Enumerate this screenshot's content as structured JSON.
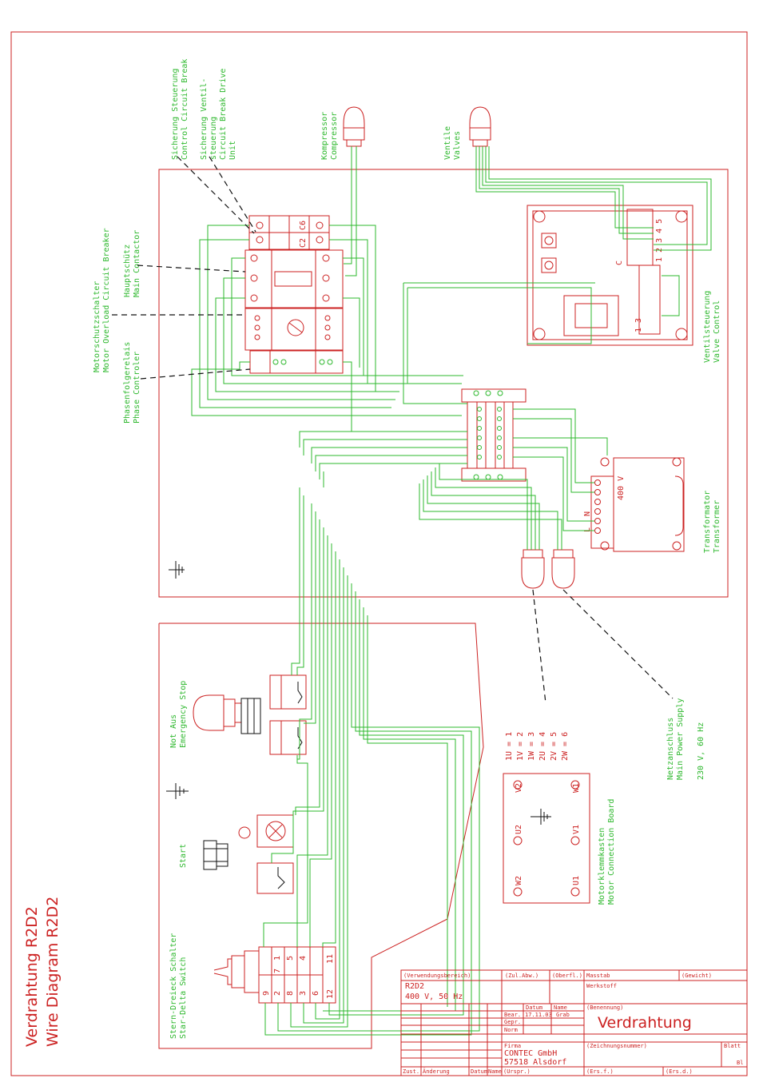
{
  "page_title": {
    "de": "Verdrahtung R2D2",
    "en": "Wire Diagram R2D2"
  },
  "labels": {
    "circuit_break": [
      "Sicherung Steuerung",
      "Control Circuit Break"
    ],
    "valve_circuit": [
      "Sicherung Ventil-",
      "steuerung",
      "Circuit Break Drive",
      "Unit"
    ],
    "compressor": [
      "Kompressor",
      "Compressor"
    ],
    "valves": [
      "Ventile",
      "Valves"
    ],
    "motor_breaker": [
      "Motorschutzschalter",
      "Motor Overload Circuit Breaker"
    ],
    "main_contactor": [
      "Hauptschütz",
      "Main Contactor"
    ],
    "phase_controller": [
      "Phasenfolgerelais",
      "Phase Controler"
    ],
    "valve_control": [
      "Ventilsteuerung",
      "Valve Control"
    ],
    "transformer": [
      "Transformator",
      "Transformer"
    ],
    "transformer_voltage": "400 V",
    "transformer_terminals": [
      "L",
      "N"
    ],
    "emergency_stop": [
      "Not Aus",
      "Emergency Stop"
    ],
    "start": "Start",
    "star_delta": [
      "Stern-Dreieck Schalter",
      "Star-Delta Switch"
    ],
    "main_power": [
      "Netzanschluss",
      "Main Power Supply",
      "230 V, 60 Hz"
    ],
    "motor_board": [
      "Motorklemmkasten",
      "Motor Connection Board"
    ],
    "motor_terminals": [
      "W2",
      "U2",
      "V2",
      "U1",
      "V1",
      "W1"
    ],
    "wire_map": [
      "1U = 1",
      "1V = 2",
      "1W = 3",
      "2U = 4",
      "2V = 5",
      "2W = 6"
    ],
    "fuse_labels": [
      "C6",
      "C2"
    ],
    "valve_ctrl_pins_a": "C",
    "valve_ctrl_pins_b": "1 2 3 4 5",
    "valve_ctrl_pins_c": "1   3",
    "switch_numbers": [
      "1",
      "7",
      "5",
      "4",
      "11",
      "9",
      "2",
      "8",
      "3",
      "6",
      "12"
    ]
  },
  "title_block": {
    "h_verwendung": "(Verwendungsbereich)",
    "h_zul": "(Zul.Abw.)",
    "h_oberfl": "(Oberfl.)",
    "h_massstab": "Masstab",
    "h_gewicht": "(Gewicht)",
    "h_werkstoff": "Werkstoff",
    "usage_1": "R2D2",
    "usage_2": "400 V, 50 Hz",
    "h_datum": "Datum",
    "h_name": "Name",
    "r_bearb": "Bear.",
    "r_bearb_date": "17.11.03",
    "r_bearb_name": "Grab",
    "r_gepr": "Gepr.",
    "r_norm": "Norm",
    "h_benennung": "(Benennung)",
    "benennung": "Verdrahtung",
    "h_firma": "Firma",
    "firma_1": "CONTEC GmbH",
    "firma_2": "57518 Alsdorf",
    "h_zeichnungsnummer": "(Zeichnungsnummer)",
    "h_blatt": "Blatt",
    "blatt_val": "Bl",
    "f_zust": "Zust.",
    "f_aenderung": "Änderung",
    "f_datum": "Datum",
    "f_name": "Name",
    "f_urspr": "(Urspr.)",
    "f_ers_f": "(Ers.f.)",
    "f_ers_d": "(Ers.d.)"
  }
}
